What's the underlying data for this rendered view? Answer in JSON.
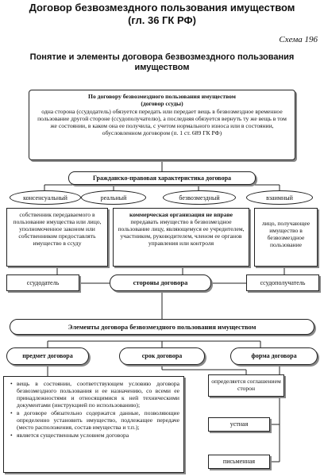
{
  "title_line1": "Договор безвозмездного пользования имуществом",
  "title_line2": "(гл. 36 ГК РФ)",
  "scheme_label": "Схема 196",
  "subtitle_line1": "Понятие и элементы договора безвозмездного пользования",
  "subtitle_line2": "имуществом",
  "definition": {
    "heading_line1": "По договору безвозмездного пользования имуществом",
    "heading_line2": "(договор ссуды)",
    "text": "одна сторона (ссудодатель) обязуется передать или передает вещь в безвозмездное временное пользование другой стороне (ссудополучателю), а последняя обязуется вернуть ту же вещь в том же состоянии, в каком она ее получила, с учетом нормального износа или в состоянии, обусловленном договором (п. 1 ст. 689 ГК РФ)"
  },
  "characteristic_title": "Гражданско-правовая характеристика договора",
  "characteristics": [
    "консенсуальный",
    "реальный",
    "безвозмездный",
    "взаимный"
  ],
  "lender_desc": "собственник передаваемого в пользование имущества или лицо, уполномоченное законом или собственником предоставлять имущество в ссуду",
  "restriction_desc_bold": "коммерческая организация не вправе",
  "restriction_desc_rest": "передавать имущество в безвозмездное пользование лицу, являющемуся ее учредителем, участником, руководителем, членом ее органов управления или контроля",
  "borrower_desc": "лицо, получающее имущество в безвозмездное пользование",
  "lender_label": "ссудодатель",
  "parties_label": "стороны договора",
  "borrower_label": "ссудополучатель",
  "elements_title": "Элементы договора безвозмездного пользования имуществом",
  "subject_label": "предмет договора",
  "term_label": "срок договора",
  "form_label": "форма договора",
  "subject_items": [
    "вещь в состоянии, соответствующем условию договора безвозмездного пользования и ее назначению, со всеми ее принадлежностями и относящимися к ней техническими документами (инструкцией по использованию);",
    "в договоре обязательно содержатся данные, позволяющие определенно установить имущество, подлежащее передаче (место расположения, состав имущества и т.п.);",
    "является существенным условием договора"
  ],
  "term_value": "определяется соглашением сторон",
  "form_values": [
    "устная",
    "письменная"
  ]
}
